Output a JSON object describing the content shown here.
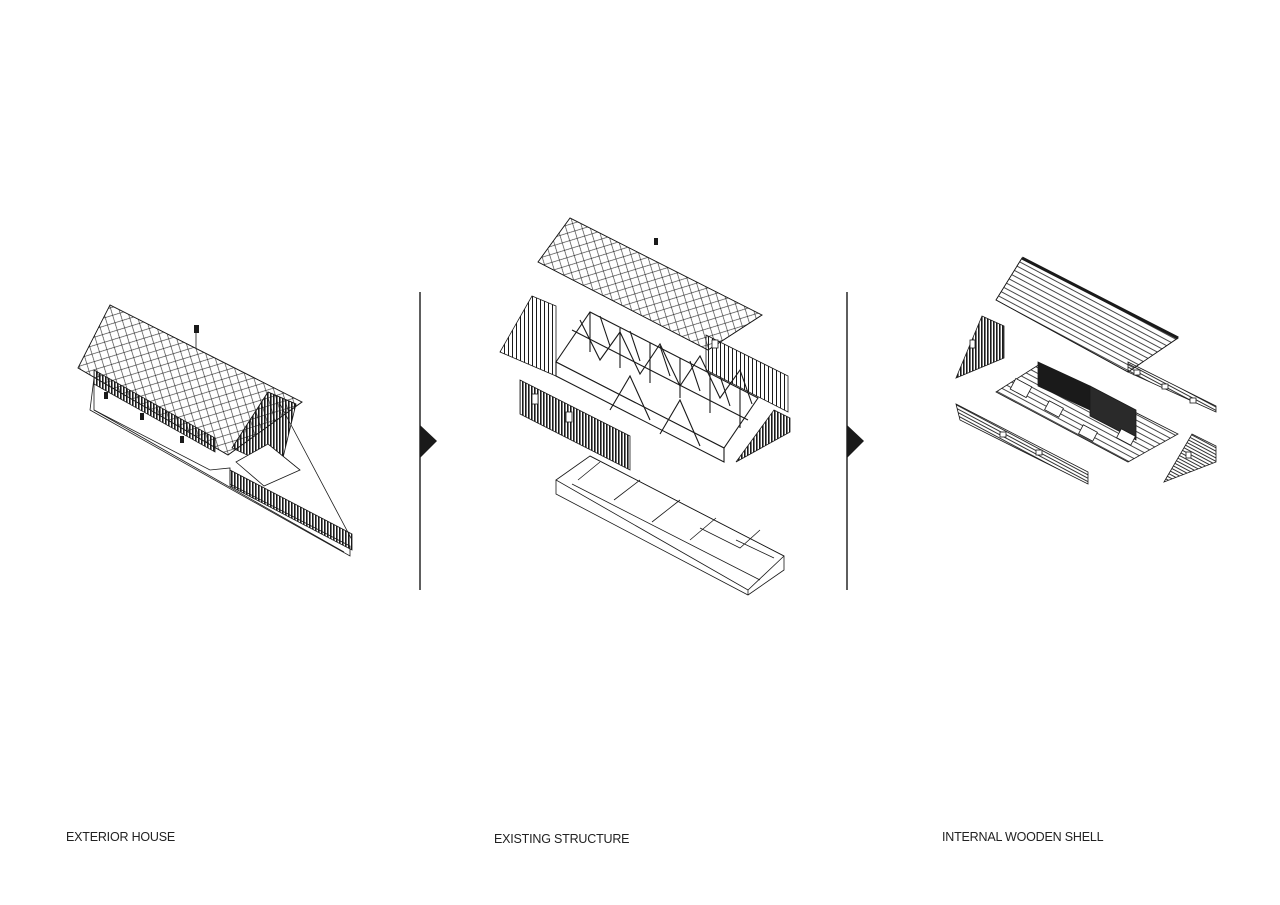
{
  "captions": {
    "exterior": "EXTERIOR HOUSE",
    "existing": "EXISTING STRUCTURE",
    "internal": "INTERNAL WOODEN SHELL"
  },
  "colors": {
    "line": "#1a1a1a",
    "background": "#ffffff"
  }
}
